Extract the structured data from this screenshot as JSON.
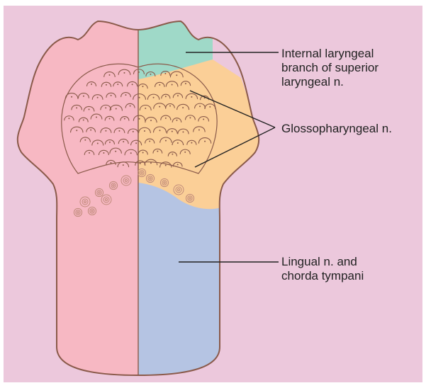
{
  "colors": {
    "background": "#ecc8dc",
    "left_half": "#f7b8c3",
    "internal_laryngeal_region": "#9fd9c8",
    "glossopharyngeal_region": "#fbcf97",
    "lingual_region": "#b5c4e3",
    "outline": "#8a5a4a",
    "leader_line": "#222222"
  },
  "labels": {
    "internal_laryngeal": {
      "line1": "Internal laryngeal",
      "line2": "branch of superior",
      "line3": "laryngeal n."
    },
    "glossopharyngeal": "Glossopharyngeal n.",
    "lingual": {
      "line1": "Lingual n. and",
      "line2": "chorda tympani"
    }
  }
}
